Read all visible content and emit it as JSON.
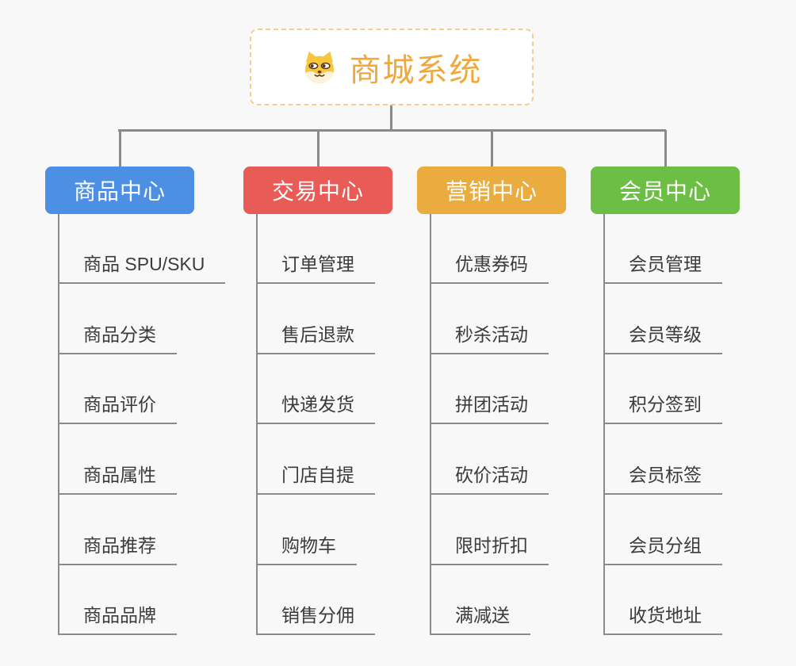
{
  "page": {
    "background_color": "#f8f8f8"
  },
  "root": {
    "title": "商城系统",
    "icon": "dog-face-icon",
    "text_color": "#f0a83c",
    "border_color": "#f5ce8f",
    "background_color": "#ffffff"
  },
  "connector_color": "#8a8a8a",
  "leaf_text_color": "#3b3b3b",
  "branches": [
    {
      "label": "商品中心",
      "color": "#4d8fe3",
      "children": [
        "商品 SPU/SKU",
        "商品分类",
        "商品评价",
        "商品属性",
        "商品推荐",
        "商品品牌"
      ]
    },
    {
      "label": "交易中心",
      "color": "#e95b56",
      "children": [
        "订单管理",
        "售后退款",
        "快递发货",
        "门店自提",
        "购物车",
        "销售分佣"
      ]
    },
    {
      "label": "营销中心",
      "color": "#ebac3f",
      "children": [
        "优惠券码",
        "秒杀活动",
        "拼团活动",
        "砍价活动",
        "限时折扣",
        "满减送"
      ]
    },
    {
      "label": "会员中心",
      "color": "#6cbe45",
      "children": [
        "会员管理",
        "会员等级",
        "积分签到",
        "会员标签",
        "会员分组",
        "收货地址"
      ]
    }
  ]
}
